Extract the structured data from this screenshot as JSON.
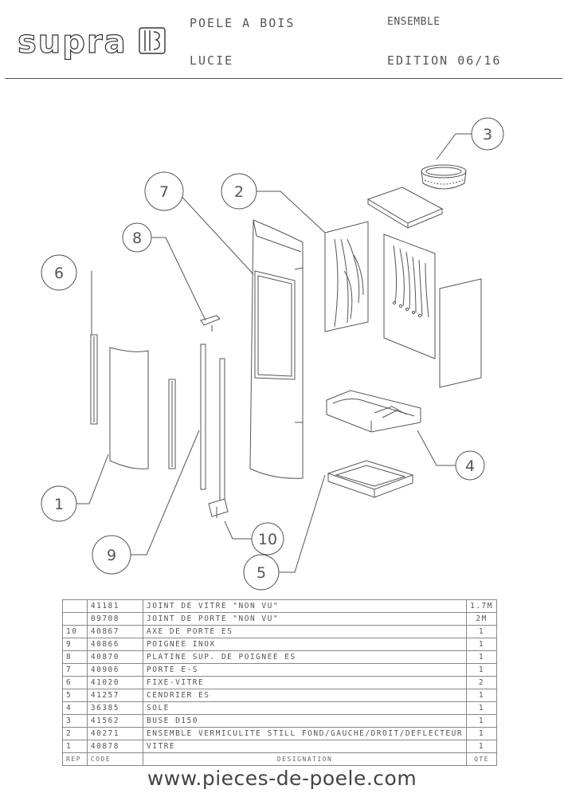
{
  "header": {
    "logo_text": "supra",
    "title": "POELE A BOIS",
    "model": "LUCIE",
    "section": "ENSEMBLE",
    "edition": "EDITION 06/16"
  },
  "callouts": [
    "1",
    "2",
    "3",
    "4",
    "5",
    "6",
    "7",
    "8",
    "9",
    "10"
  ],
  "parts_table": {
    "columns": {
      "rep": "REP",
      "code": "CODE",
      "designation": "DESIGNATION",
      "qty": "QTE"
    },
    "rows": [
      {
        "rep": "",
        "code": "41181",
        "designation": "JOINT DE VITRE \"NON VU\"",
        "qty": "1.7M"
      },
      {
        "rep": "",
        "code": "09708",
        "designation": "JOINT DE PORTE \"NON VU\"",
        "qty": "2M"
      },
      {
        "rep": "10",
        "code": "40867",
        "designation": "AXE DE PORTE ES",
        "qty": "1"
      },
      {
        "rep": "9",
        "code": "40866",
        "designation": "POIGNEE INOX",
        "qty": "1"
      },
      {
        "rep": "8",
        "code": "40870",
        "designation": "PLATINE SUP. DE POIGNEE ES",
        "qty": "1"
      },
      {
        "rep": "7",
        "code": "40906",
        "designation": "PORTE E-S",
        "qty": "1"
      },
      {
        "rep": "6",
        "code": "41020",
        "designation": "FIXE-VITRE",
        "qty": "2"
      },
      {
        "rep": "5",
        "code": "41257",
        "designation": "CENDRIER ES",
        "qty": "1"
      },
      {
        "rep": "4",
        "code": "36385",
        "designation": "SOLE",
        "qty": "1"
      },
      {
        "rep": "3",
        "code": "41562",
        "designation": "BUSE D150",
        "qty": "1"
      },
      {
        "rep": "2",
        "code": "40271",
        "designation": "ENSEMBLE VERMICULITE STILL FOND/GAUCHE/DROIT/DEFLECTEUR",
        "qty": "1"
      },
      {
        "rep": "1",
        "code": "40878",
        "designation": "VITRE",
        "qty": "1"
      }
    ]
  },
  "footer": {
    "url": "www.pieces-de-poele.com"
  }
}
